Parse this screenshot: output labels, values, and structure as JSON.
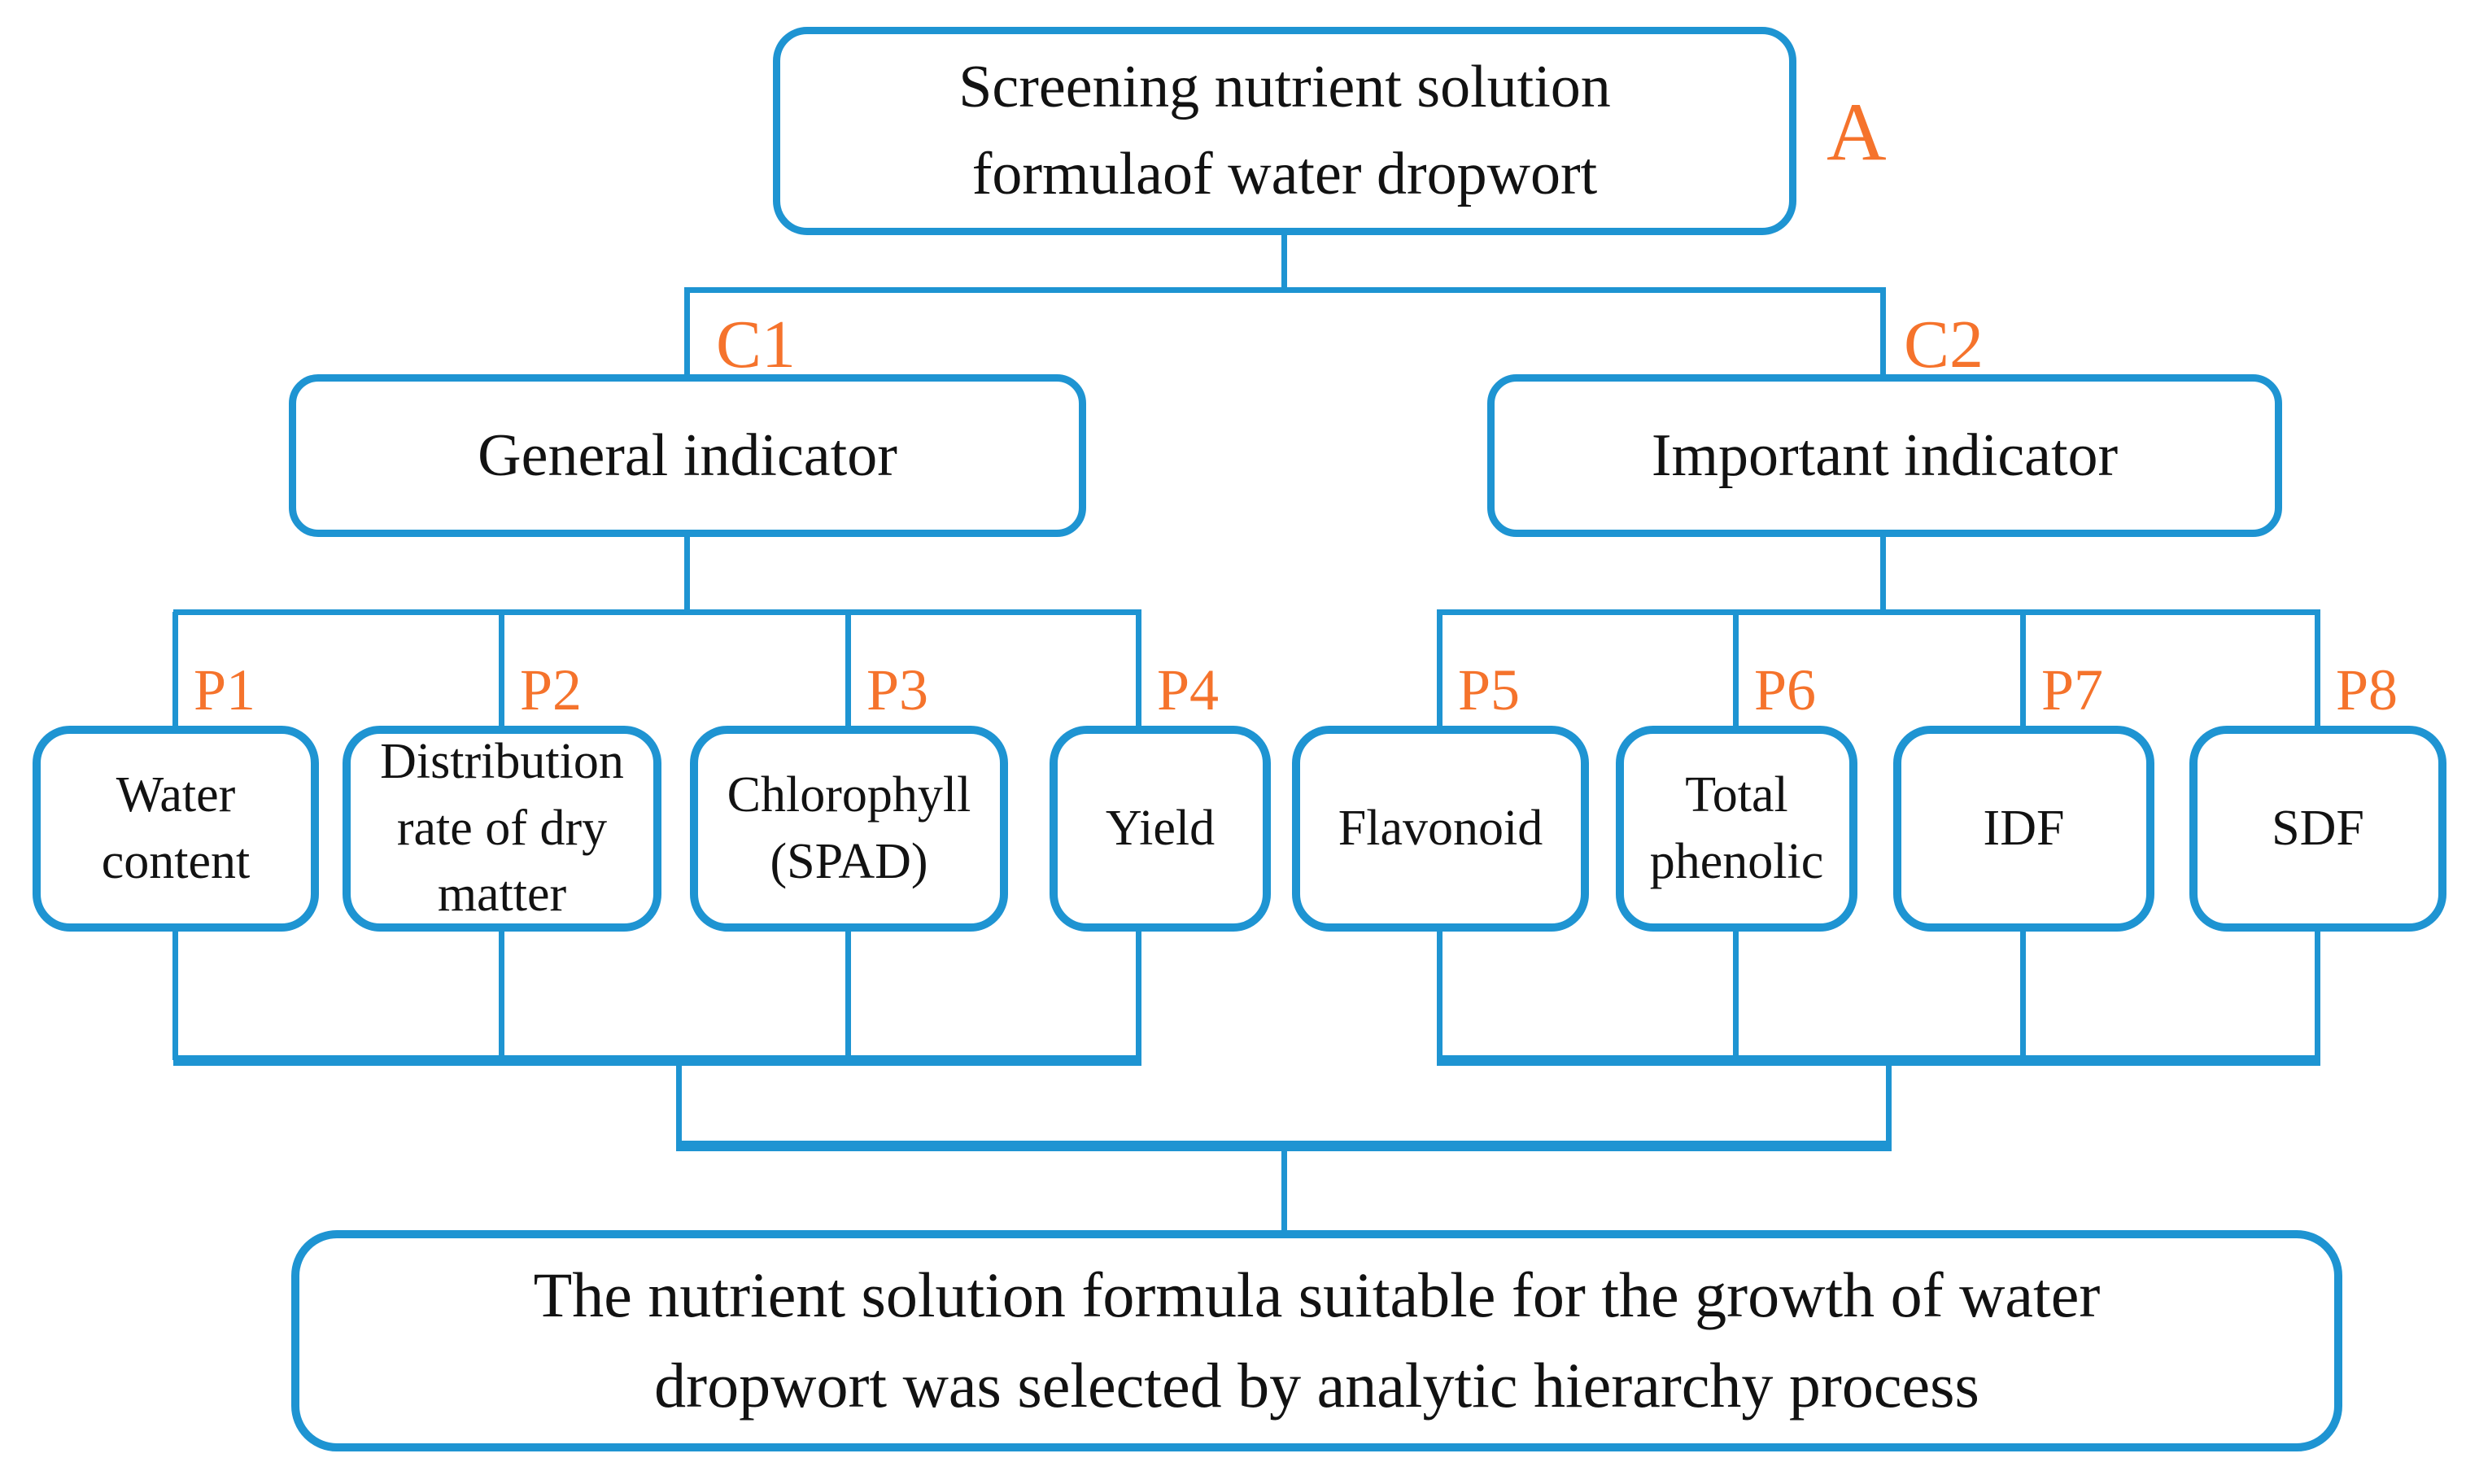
{
  "colors": {
    "line_blue": "#1E94D2",
    "label_orange": "#F5732C",
    "text_black": "#121212",
    "background": "#FFFFFF"
  },
  "diagram": {
    "goal": {
      "label": "A",
      "line1": "Screening nutrient solution",
      "line2": "formulaof water dropwort"
    },
    "criteria": [
      {
        "label": "C1",
        "name": "General indicator"
      },
      {
        "label": "C2",
        "name": "Important indicator"
      }
    ],
    "indicators": [
      {
        "label": "P1",
        "lines": [
          "Water",
          "content"
        ]
      },
      {
        "label": "P2",
        "lines": [
          "Distribution",
          "rate of dry",
          "matter"
        ]
      },
      {
        "label": "P3",
        "lines": [
          "Chlorophyll",
          "(SPAD)"
        ]
      },
      {
        "label": "P4",
        "lines": [
          "Yield"
        ]
      },
      {
        "label": "P5",
        "lines": [
          "Flavonoid"
        ]
      },
      {
        "label": "P6",
        "lines": [
          "Total",
          "phenolic"
        ]
      },
      {
        "label": "P7",
        "lines": [
          "IDF"
        ]
      },
      {
        "label": "P8",
        "lines": [
          "SDF"
        ]
      }
    ],
    "result": {
      "line1": "The nutrient solution formula suitable for the growth of water",
      "line2": "dropwort was selected by analytic hierarchy process"
    }
  }
}
